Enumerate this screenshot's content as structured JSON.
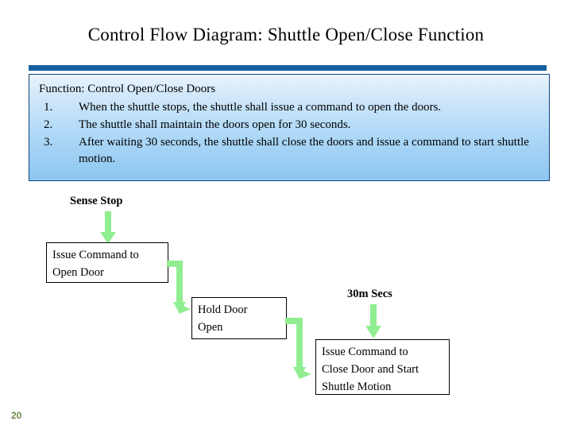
{
  "slide": {
    "title": "Control Flow Diagram: Shuttle Open/Close Function",
    "page_number": "20",
    "accent_color": "#17609E",
    "box_gradient_top": "#eaf4fd",
    "box_gradient_bottom": "#8cc6f2",
    "arrow_color": "#90EE90",
    "page_number_color": "#6F8B4B"
  },
  "function_box": {
    "heading": "Function: Control Open/Close Doors",
    "items": [
      {
        "num": "1.",
        "text": "When the shuttle stops, the shuttle shall issue a command to open the doors."
      },
      {
        "num": "2.",
        "text": "The shuttle shall maintain the doors open for 30 seconds."
      },
      {
        "num": "3.",
        "text": "After waiting 30 seconds, the shuttle shall close the doors and issue a command to start shuttle motion."
      }
    ]
  },
  "flowchart": {
    "labels": [
      {
        "id": "sense-stop",
        "text": "Sense Stop"
      },
      {
        "id": "thirty-m-secs",
        "text": "30m Secs"
      }
    ],
    "boxes": [
      {
        "id": "issue-open",
        "line1": "Issue Command to",
        "line2": "Open Door",
        "line3": ""
      },
      {
        "id": "hold-open",
        "line1": "Hold Door",
        "line2": "Open",
        "line3": ""
      },
      {
        "id": "issue-close",
        "line1": "Issue Command to",
        "line2": "Close Door and Start",
        "line3": "Shuttle Motion"
      }
    ],
    "connectors": [
      {
        "id": "sense-stop-to-issue-open",
        "kind": "down-arrow"
      },
      {
        "id": "issue-open-to-hold-open",
        "kind": "elbow-right-down-arrow"
      },
      {
        "id": "hold-open-to-issue-close",
        "kind": "elbow-right-down-arrow"
      },
      {
        "id": "thirty-m-secs-to-issue-close",
        "kind": "down-arrow"
      }
    ]
  }
}
